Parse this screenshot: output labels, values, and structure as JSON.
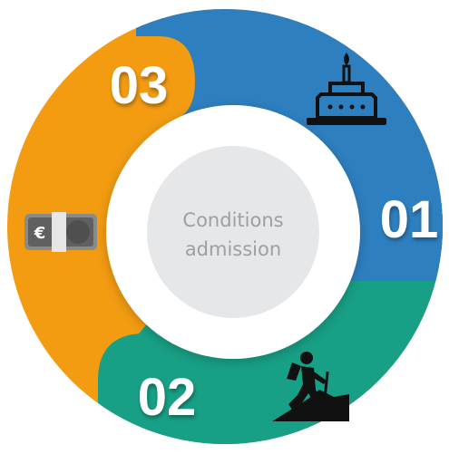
{
  "diagram": {
    "center": {
      "line1": "Conditions",
      "line2": "admission"
    },
    "segments": [
      {
        "number": "01",
        "icon": "birthday-cake-icon",
        "color": "#2e7fbf"
      },
      {
        "number": "02",
        "icon": "hiker-icon",
        "color": "#17a085"
      },
      {
        "number": "03",
        "icon": "money-icon",
        "color": "#f39c12"
      }
    ],
    "currency_symbol": "€"
  }
}
